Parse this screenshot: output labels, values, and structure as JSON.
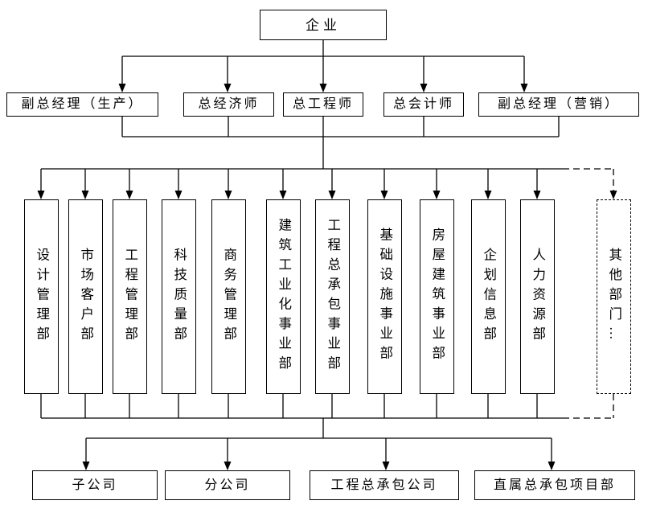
{
  "chart": {
    "type": "org-chart",
    "root": {
      "label": "企业"
    },
    "executives": [
      {
        "label": "副总经理（生产）"
      },
      {
        "label": "总经济师"
      },
      {
        "label": "总工程师"
      },
      {
        "label": "总会计师"
      },
      {
        "label": "副总经理（营销）"
      }
    ],
    "departments": [
      {
        "label": "设计管理部",
        "dashed": false
      },
      {
        "label": "市场客户部",
        "dashed": false
      },
      {
        "label": "工程管理部",
        "dashed": false
      },
      {
        "label": "科技质量部",
        "dashed": false
      },
      {
        "label": "商务管理部",
        "dashed": false
      },
      {
        "label": "建筑工业化事业部",
        "dashed": false
      },
      {
        "label": "工程总承包事业部",
        "dashed": false
      },
      {
        "label": "基础设施事业部",
        "dashed": false
      },
      {
        "label": "房屋建筑事业部",
        "dashed": false
      },
      {
        "label": "企划信息部",
        "dashed": false
      },
      {
        "label": "人力资源部",
        "dashed": false
      },
      {
        "label": "其他部门…",
        "dashed": true
      }
    ],
    "subsidiaries": [
      {
        "label": "子公司"
      },
      {
        "label": "分公司"
      },
      {
        "label": "工程总承包公司"
      },
      {
        "label": "直属总承包项目部"
      }
    ]
  },
  "icons": {
    "connector_arrow": "arrow-down-icon"
  },
  "colors": {
    "background": "#ffffff",
    "line": "#000000",
    "box_border": "#000000",
    "text": "#000000"
  }
}
